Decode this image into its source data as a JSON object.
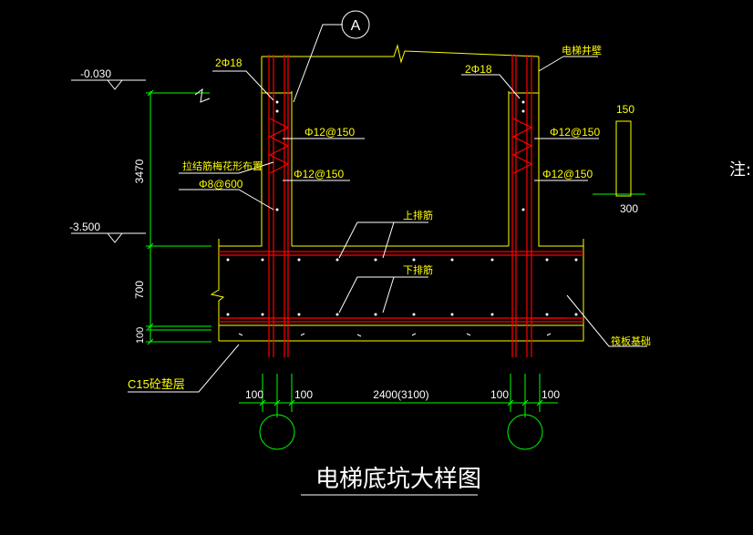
{
  "drawing": {
    "title": "电梯底坑大样图",
    "note": "注:",
    "axis_bubble": "A",
    "levels": {
      "top": "-0.030",
      "bottom": "-3.500"
    },
    "dims_vertical": {
      "wall_height": "3470",
      "slab": "700",
      "bedding": "100"
    },
    "dims_horizontal": {
      "left_a": "100",
      "left_b": "100",
      "span": "2400(3100)",
      "right_a": "100",
      "right_b": "100"
    },
    "section_dims": {
      "top": "150",
      "bottom": "300"
    },
    "labels": {
      "rebar_top_left": "2Φ18",
      "rebar_top_right": "2Φ18",
      "horiz_left": "Φ12@150",
      "vert_left": "Φ12@150",
      "horiz_right": "Φ12@150",
      "vert_right": "Φ12@150",
      "tie_note": "拉结筋梅花形布置",
      "tie_spec": "Φ8@600",
      "upper_bar": "上排筋",
      "lower_bar": "下排筋",
      "elevator_wall": "电梯井壁",
      "raft": "筏板基础",
      "bedding": "C15砼垫层"
    },
    "colors": {
      "background": "#000000",
      "dimension": "#00ff00",
      "rebar": "#ff0000",
      "wall": "#ffff00",
      "text": "#ffffff",
      "label": "#ffff00",
      "axis": "#ffffff"
    }
  }
}
